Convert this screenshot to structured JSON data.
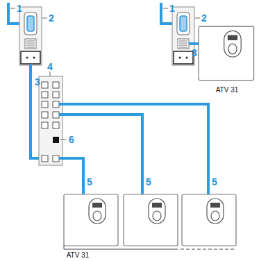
{
  "diagram": {
    "labels": [
      "1",
      "2",
      "3",
      "1",
      "2",
      "3",
      "4",
      "6",
      "5",
      "5",
      "5",
      "ATV 31",
      "ATV 31"
    ]
  }
}
